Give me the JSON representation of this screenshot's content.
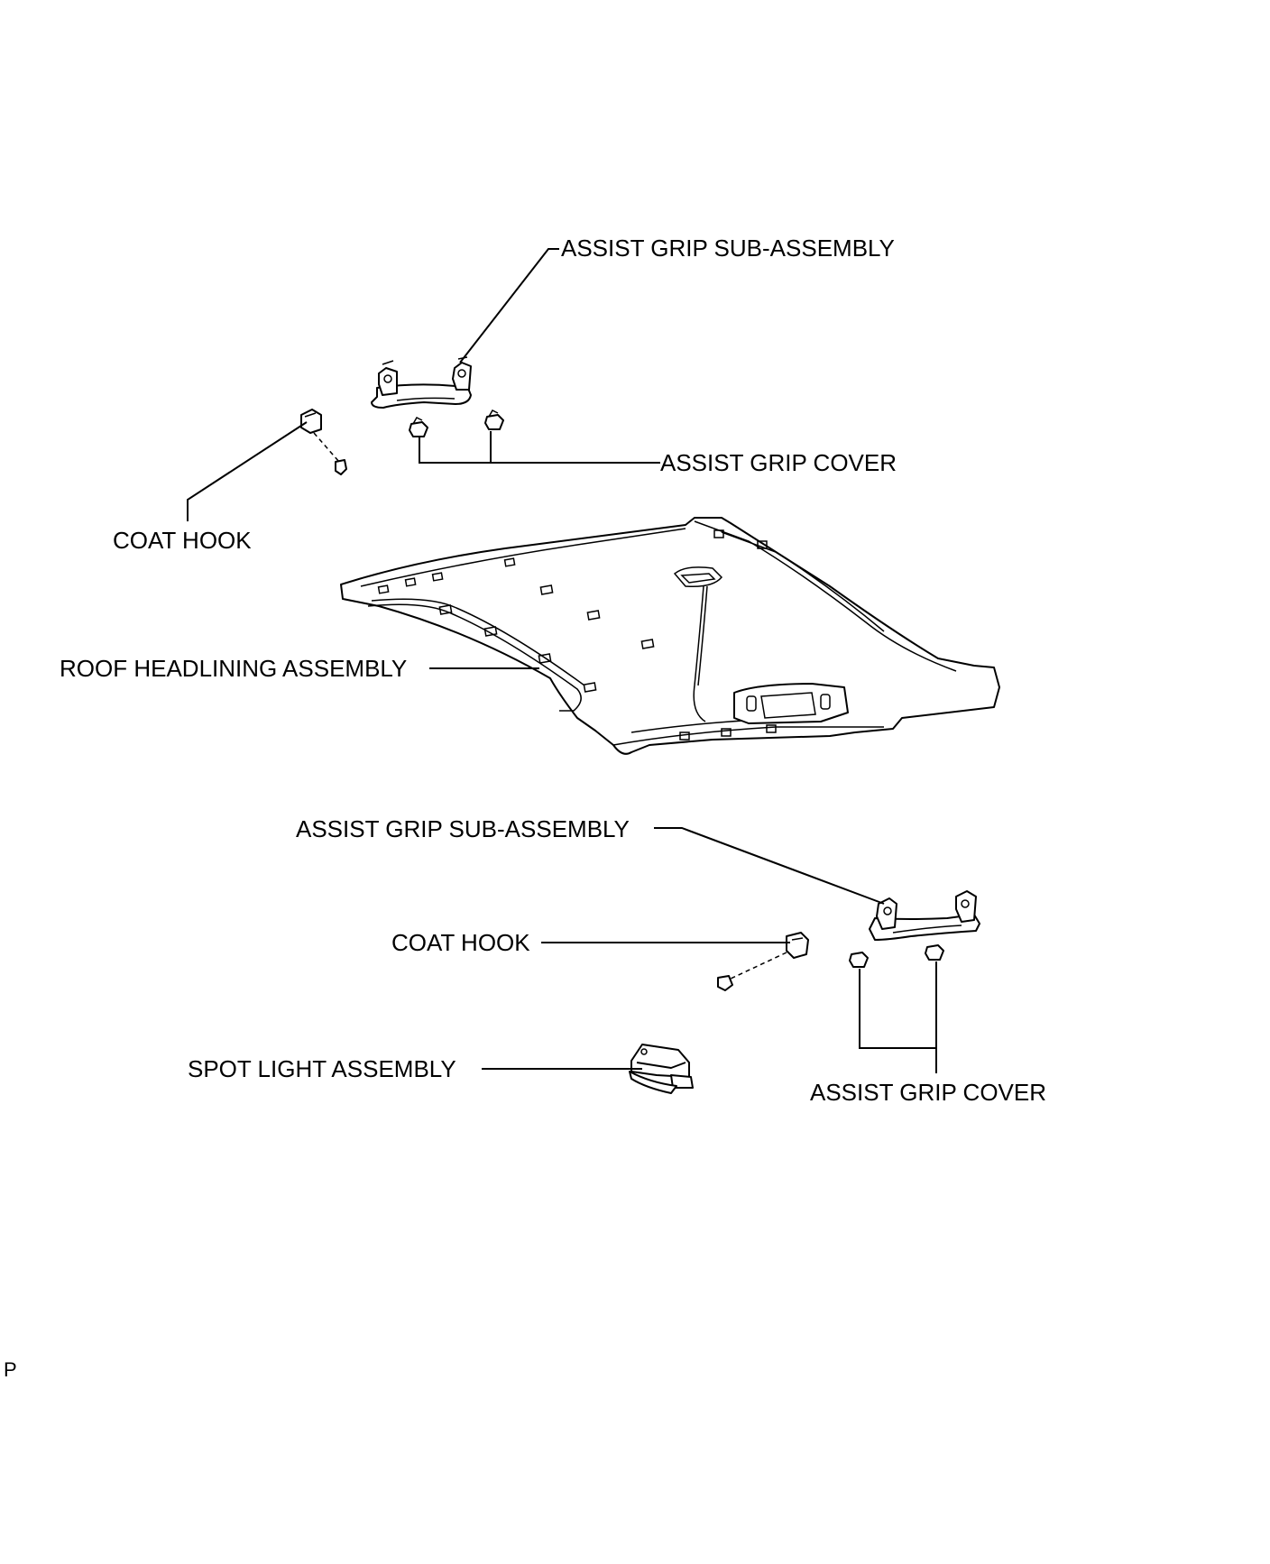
{
  "labels": {
    "assist_grip_sub_assembly_top": "ASSIST GRIP SUB-ASSEMBLY",
    "assist_grip_cover_top": "ASSIST GRIP COVER",
    "coat_hook_top": "COAT HOOK",
    "roof_headlining_assembly": "ROOF HEADLINING ASSEMBLY",
    "assist_grip_sub_assembly_bottom": "ASSIST GRIP SUB-ASSEMBLY",
    "coat_hook_bottom": "COAT HOOK",
    "spot_light_assembly": "SPOT LIGHT ASSEMBLY",
    "assist_grip_cover_bottom": "ASSIST GRIP COVER"
  },
  "figure_code": "P"
}
